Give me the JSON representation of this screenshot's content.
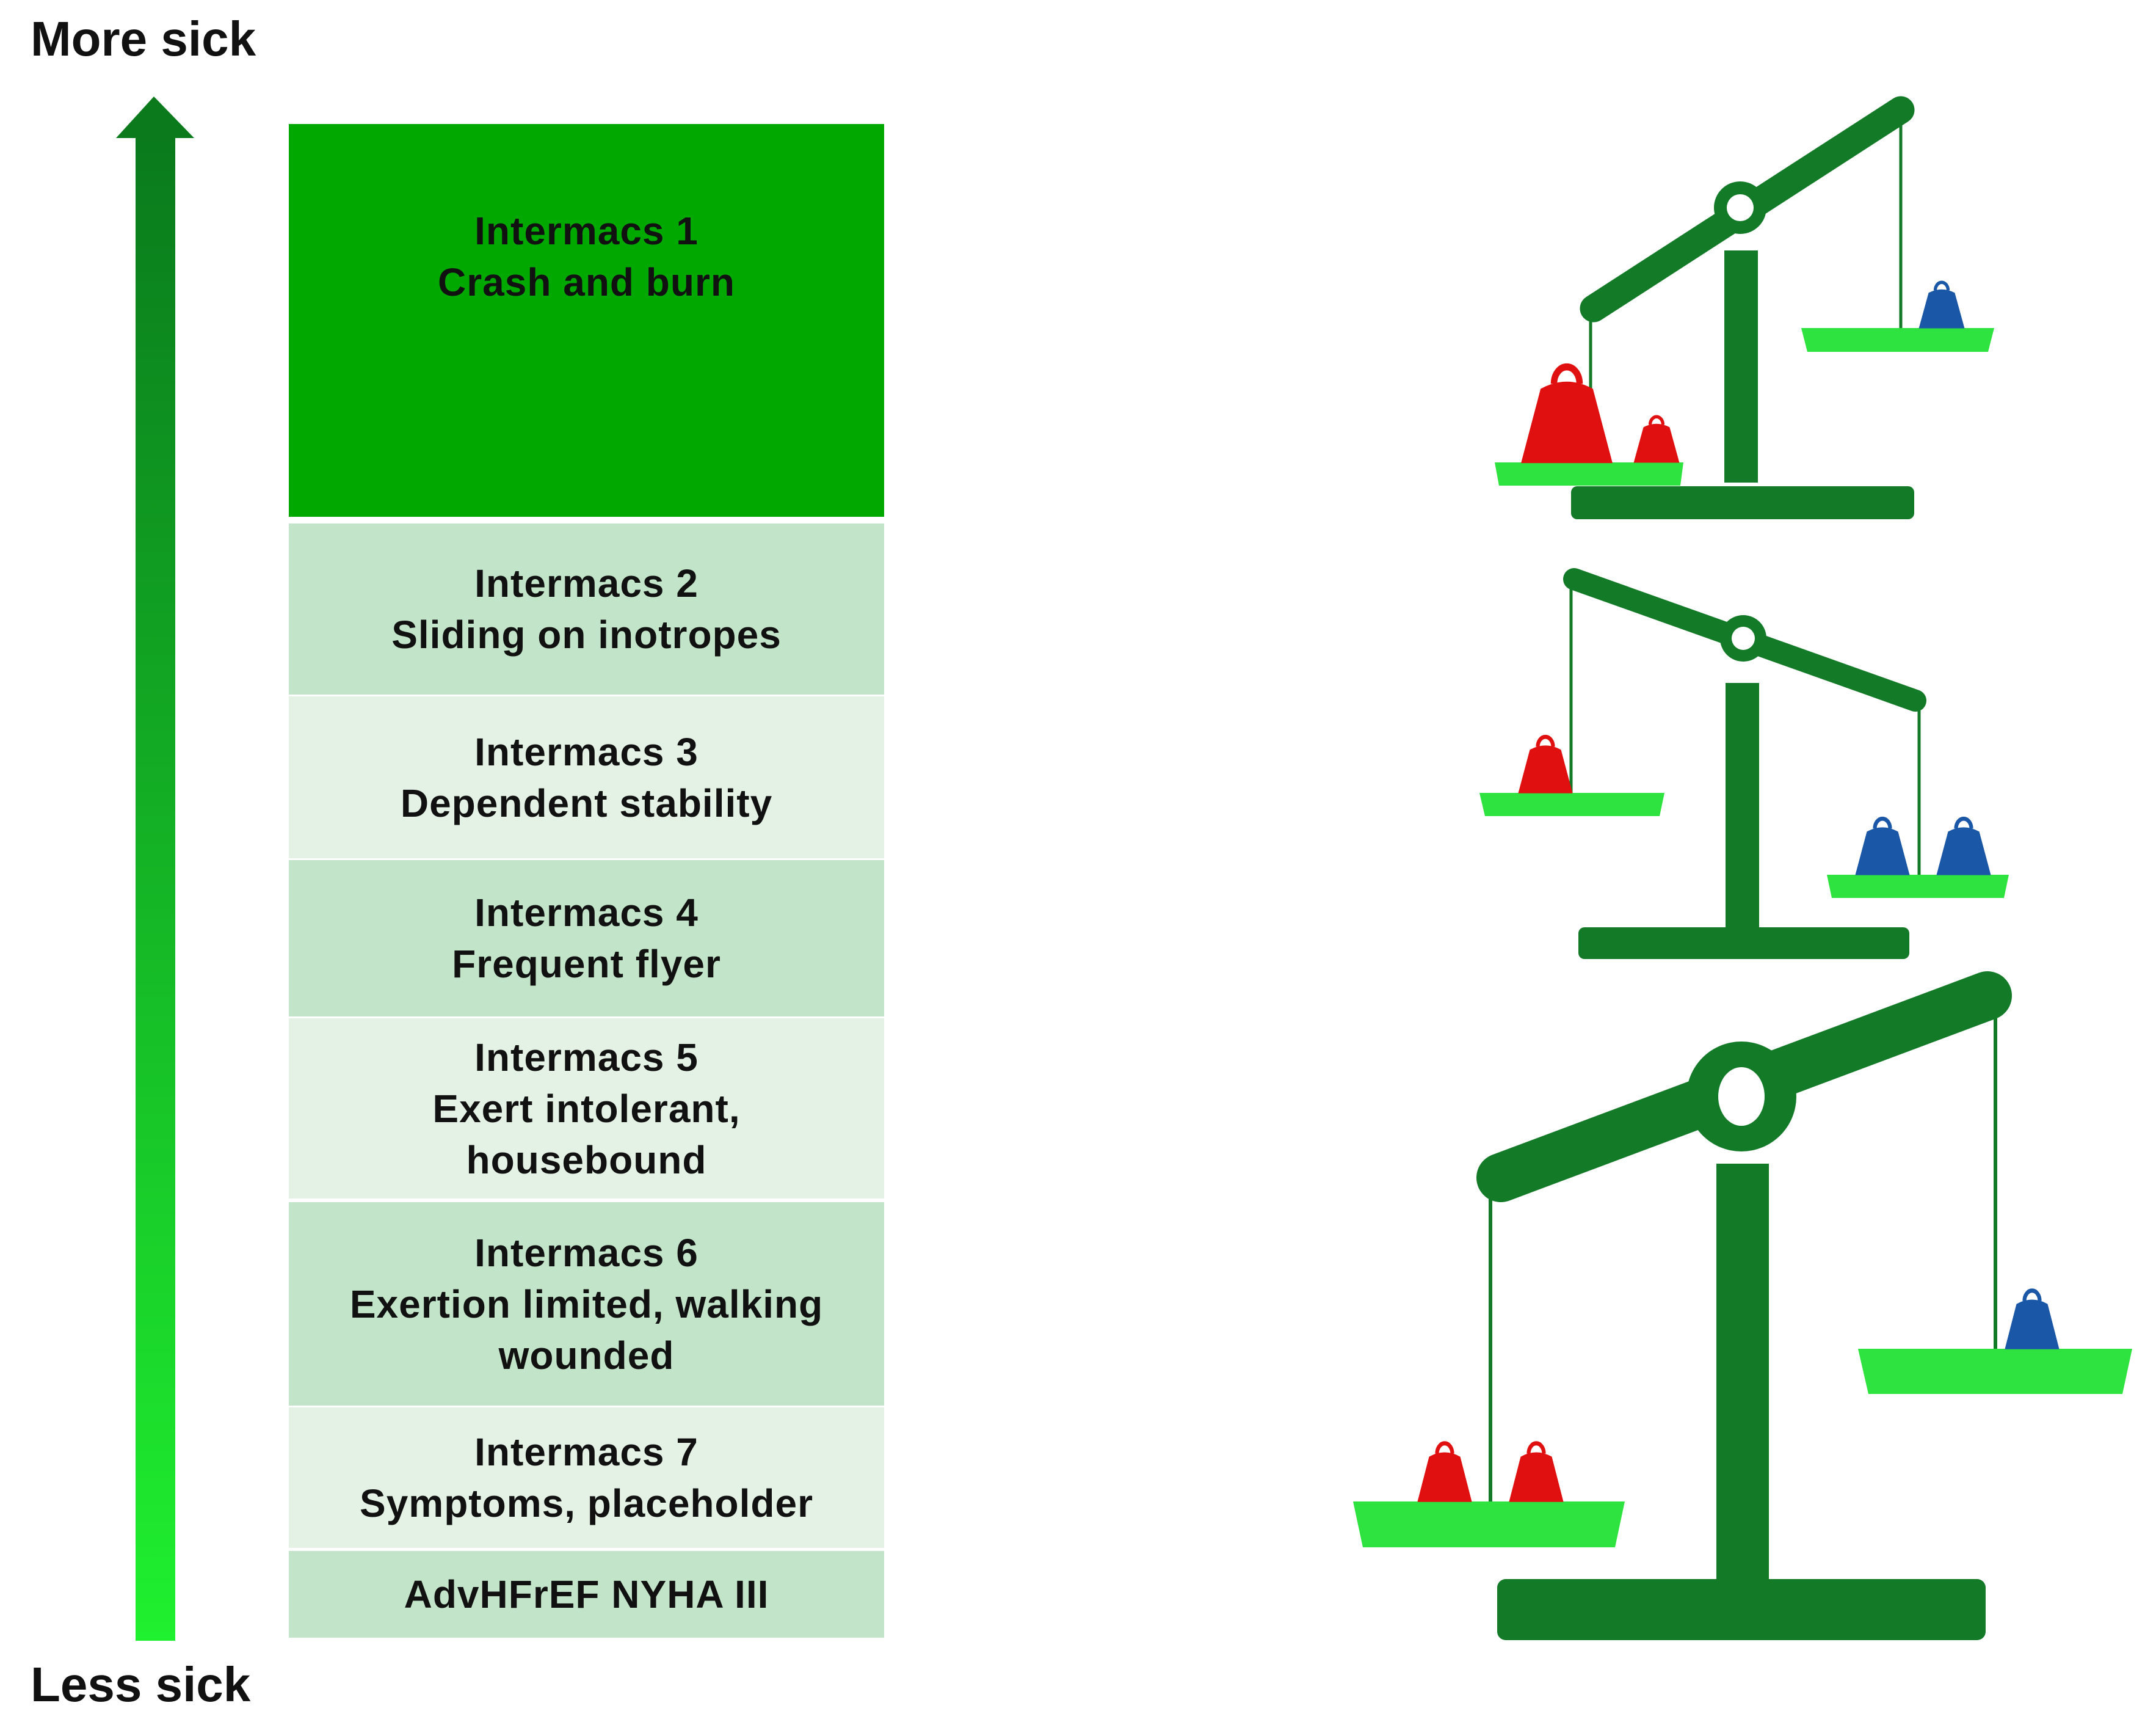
{
  "axis": {
    "top_label": "More sick",
    "bottom_label": "Less sick"
  },
  "levels": [
    {
      "line1": "Intermacs 1",
      "line2": "Crash and burn",
      "line3": ""
    },
    {
      "line1": "Intermacs 2",
      "line2": "Sliding on inotropes",
      "line3": ""
    },
    {
      "line1": "Intermacs 3",
      "line2": "Dependent stability",
      "line3": ""
    },
    {
      "line1": "Intermacs 4",
      "line2": "Frequent flyer",
      "line3": ""
    },
    {
      "line1": "Intermacs 5",
      "line2": "Exert intolerant,",
      "line3": "housebound"
    },
    {
      "line1": "Intermacs 6",
      "line2": "Exertion limited, walking",
      "line3": "wounded"
    },
    {
      "line1": "Intermacs 7",
      "line2": "Symptoms, placeholder",
      "line3": ""
    },
    {
      "line1": "AdvHFrEF NYHA III",
      "line2": "",
      "line3": ""
    }
  ],
  "colors": {
    "level_1": "#00a800",
    "level_dark": "#c2e4c8",
    "level_light": "#e4f2e6",
    "scale_frame": "#137a27",
    "pan": "#2ee23f",
    "risk_weight": "#e01010",
    "benefit_weight": "#1a57a6"
  },
  "scales": [
    {
      "tilt": "left side down",
      "risk_weights": 2,
      "benefit_weights": 1,
      "icon": "balance-scale-icon"
    },
    {
      "tilt": "right side down",
      "risk_weights": 1,
      "benefit_weights": 2,
      "icon": "balance-scale-icon"
    },
    {
      "tilt": "left side down",
      "risk_weights": 2,
      "benefit_weights": 1,
      "icon": "balance-scale-icon"
    }
  ]
}
